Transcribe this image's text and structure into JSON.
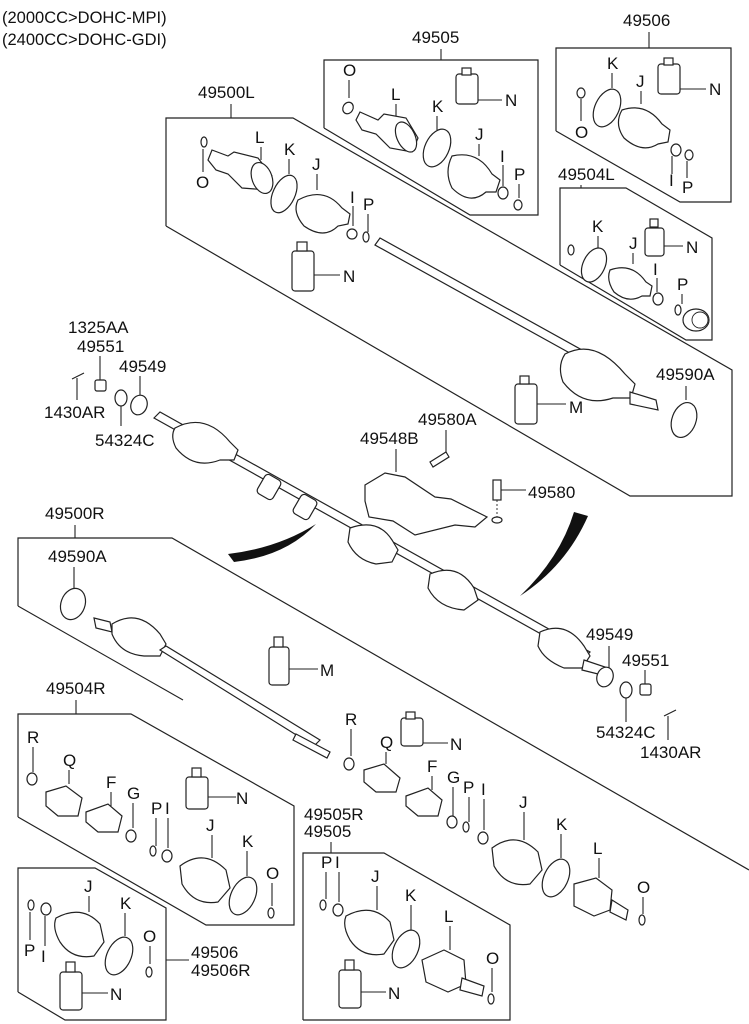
{
  "header": {
    "line1": "(2000CC>DOHC-MPI)",
    "line2": "(2400CC>DOHC-GDI)"
  },
  "groups": {
    "g49505_top": {
      "code": "49505",
      "parts": {
        "O": "O",
        "L": "L",
        "K": "K",
        "N": "N",
        "J": "J",
        "I": "I",
        "P": "P"
      }
    },
    "g49506_top": {
      "code": "49506",
      "parts": {
        "K": "K",
        "J": "J",
        "N": "N",
        "O": "O",
        "I": "I",
        "P": "P"
      }
    },
    "g49504L": {
      "code": "49504L",
      "parts": {
        "K": "K",
        "J": "J",
        "N": "N",
        "I": "I",
        "P": "P"
      }
    },
    "g49500L": {
      "code": "49500L",
      "parts": {
        "L": "L",
        "K": "K",
        "J": "J",
        "O": "O",
        "I": "I",
        "P": "P",
        "N": "N",
        "M": "M"
      }
    },
    "g49500R": {
      "code": "49500R",
      "parts": {
        "M": "M"
      }
    },
    "g49504R": {
      "code": "49504R",
      "parts": {
        "R": "R",
        "Q": "Q",
        "F": "F",
        "G": "G",
        "P": "P",
        "I": "I",
        "N": "N",
        "J": "J",
        "K": "K",
        "O": "O"
      }
    },
    "g49505R": {
      "code1": "49505R",
      "code2": "49505",
      "parts": {
        "P": "P",
        "I": "I",
        "J": "J",
        "K": "K",
        "L": "L",
        "O": "O",
        "N": "N"
      }
    },
    "g49506R": {
      "code1": "49506",
      "code2": "49506R",
      "parts": {
        "J": "J",
        "K": "K",
        "P": "P",
        "I": "I",
        "O": "O",
        "N": "N"
      }
    },
    "shaft_r_loose": {
      "parts": {
        "R": "R",
        "Q": "Q",
        "N": "N",
        "F": "F",
        "G": "G",
        "P": "P",
        "I": "I",
        "J": "J",
        "K": "K",
        "L": "L",
        "O": "O"
      }
    }
  },
  "callouts": {
    "c1325AA": "1325AA",
    "c49551_left": "49551",
    "c49549_left": "49549",
    "c1430AR_left": "1430AR",
    "c54324C_left": "54324C",
    "c49590A_right": "49590A",
    "c49548B": "49548B",
    "c49580A": "49580A",
    "c49580": "49580",
    "c49590A_left": "49590A",
    "c49549_right": "49549",
    "c49551_right": "49551",
    "c54324C_right": "54324C",
    "c1430AR_right": "1430AR"
  }
}
